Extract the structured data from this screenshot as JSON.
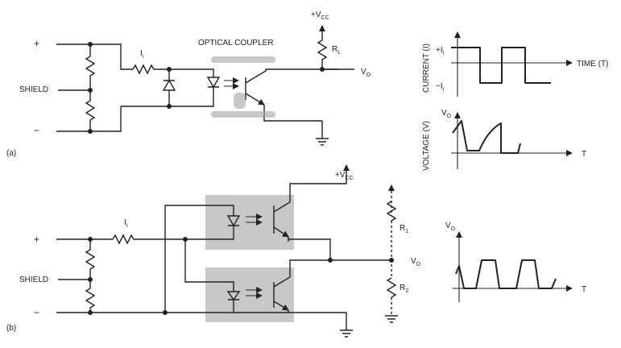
{
  "circuit_a": {
    "label": "(a)",
    "plus": "+",
    "minus": "−",
    "shield": "SHIELD",
    "current": "I",
    "current_sub": "i",
    "coupler_title": "OPTICAL COUPLER",
    "supply": "+V",
    "supply_sub": "CC",
    "load": "R",
    "load_sub": "L",
    "output": "V",
    "output_sub": "O"
  },
  "circuit_b": {
    "label": "(b)",
    "plus": "+",
    "minus": "−",
    "shield": "SHIELD",
    "current": "I",
    "current_sub": "i",
    "supply": "+V",
    "supply_sub": "CC",
    "r1": "R",
    "r1_sub": "1",
    "r2": "R",
    "r2_sub": "2",
    "output": "V",
    "output_sub": "O"
  },
  "graph_current": {
    "ylabel": "CURRENT (I)",
    "xlabel": "TIME (T)",
    "pos_level": "+I",
    "pos_level_sub": "i",
    "neg_level": "−I",
    "neg_level_sub": "i"
  },
  "graph_voltage": {
    "ylabel": "VOLTAGE (V)",
    "ytop": "V",
    "ytop_sub": "O",
    "xlabel": "T"
  },
  "graph_b": {
    "ytop": "V",
    "ytop_sub": "O",
    "xlabel": "T"
  }
}
